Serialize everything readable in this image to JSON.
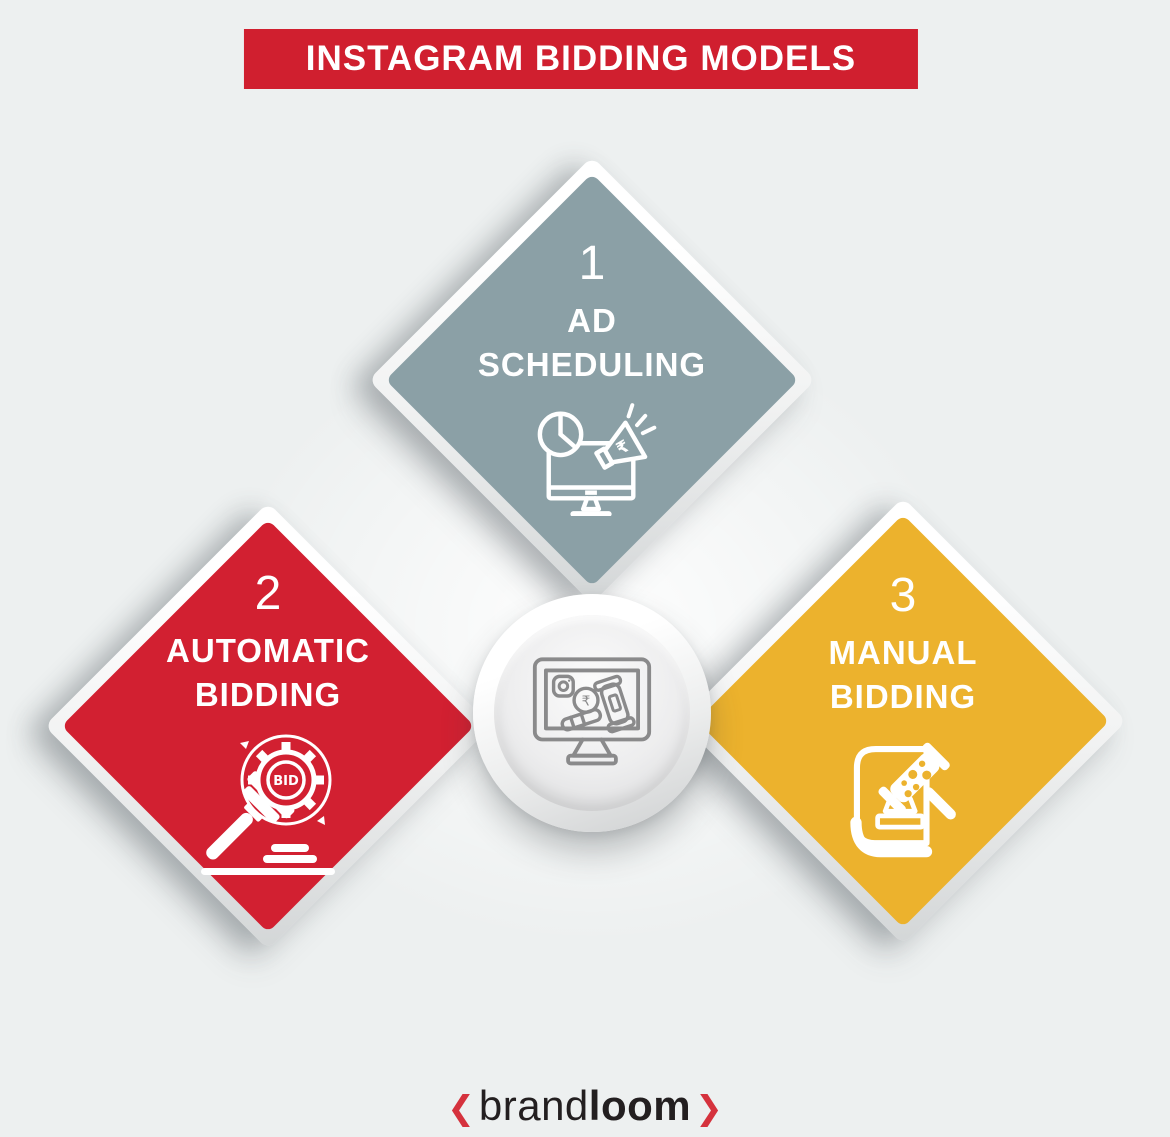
{
  "title": "INSTAGRAM BIDDING MODELS",
  "colors": {
    "background": "#edf0f0",
    "banner_red": "#d01f2f",
    "diamond_gray_blue": "#8ba0a6",
    "diamond_red": "#d22031",
    "diamond_yellow": "#ecb22d",
    "text_white": "#ffffff",
    "center_icon_stroke": "#8a8a8b",
    "footer_text": "#231f20",
    "footer_bracket": "#d5323d"
  },
  "items": [
    {
      "number": "1",
      "lines": [
        "AD",
        "SCHEDULING"
      ],
      "color": "#8ba0a6",
      "icon": "monitor-pie-megaphone-icon",
      "rupee_symbol": "₹"
    },
    {
      "number": "2",
      "lines": [
        "AUTOMATIC",
        "BIDDING"
      ],
      "color": "#d22031",
      "icon": "gavel-gear-bid-icon",
      "icon_text": "BID"
    },
    {
      "number": "3",
      "lines": [
        "MANUAL",
        "BIDDING"
      ],
      "color": "#ecb22d",
      "icon": "book-gavel-icon"
    }
  ],
  "center": {
    "icon": "monitor-instagram-rupee-gavel-icon",
    "rupee_symbol": "₹"
  },
  "footer": {
    "bracket_left": "❮",
    "brand_regular": "brand",
    "brand_bold": "loom",
    "bracket_right": "❯"
  }
}
